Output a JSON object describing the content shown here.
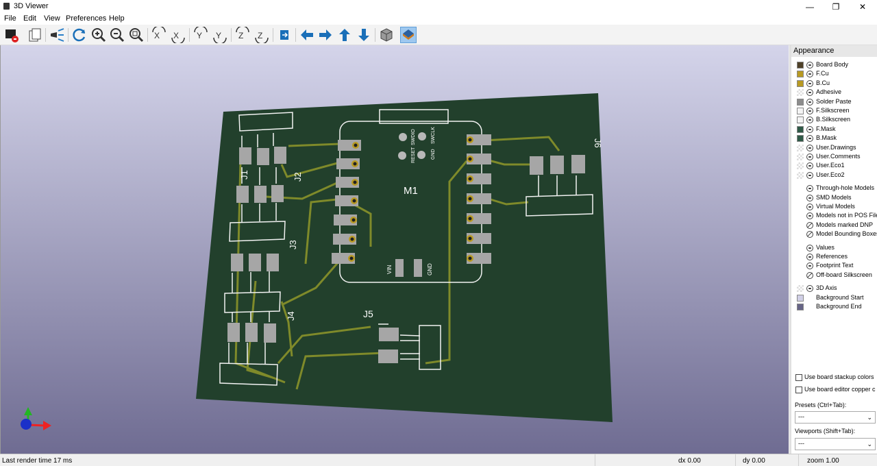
{
  "window": {
    "title": "3D Viewer",
    "minimize": "—",
    "maximize": "❐",
    "close": "✕"
  },
  "menu": {
    "file": "File",
    "edit": "Edit",
    "view": "View",
    "preferences": "Preferences",
    "help": "Help"
  },
  "pcb": {
    "refs": {
      "j1": "J1",
      "j2": "J2",
      "j3": "J3",
      "j4": "J4",
      "j5": "J5",
      "j6": "J6",
      "m1": "M1"
    },
    "pins": {
      "reset": "RESET",
      "swdio": "SWDIO",
      "gnd": "GND",
      "swclk": "SWCLK",
      "vin": "VIN",
      "gnd2": "GND"
    }
  },
  "appearance": {
    "title": "Appearance",
    "layers": [
      {
        "label": "Board Body",
        "color": "#4f4128"
      },
      {
        "label": "F.Cu",
        "color": "#b89a22"
      },
      {
        "label": "B.Cu",
        "color": "#b89a22"
      },
      {
        "label": "Adhesive",
        "color": ""
      },
      {
        "label": "Solder Paste",
        "color": "#8c8c8c"
      },
      {
        "label": "F.Silkscreen",
        "color": "#f4f4f4"
      },
      {
        "label": "B.Silkscreen",
        "color": "#f4f4f4"
      },
      {
        "label": "F.Mask",
        "color": "#2f5946"
      },
      {
        "label": "B.Mask",
        "color": "#2f5946"
      },
      {
        "label": "User.Drawings",
        "color": ""
      },
      {
        "label": "User.Comments",
        "color": ""
      },
      {
        "label": "User.Eco1",
        "color": ""
      },
      {
        "label": "User.Eco2",
        "color": ""
      }
    ],
    "models": [
      {
        "label": "Through-hole Models",
        "on": true
      },
      {
        "label": "SMD Models",
        "on": true
      },
      {
        "label": "Virtual Models",
        "on": true
      },
      {
        "label": "Models not in POS File",
        "on": true
      },
      {
        "label": "Models marked DNP",
        "on": false
      },
      {
        "label": "Model Bounding Boxes",
        "on": false
      }
    ],
    "text": [
      {
        "label": "Values",
        "on": true
      },
      {
        "label": "References",
        "on": true
      },
      {
        "label": "Footprint Text",
        "on": true
      },
      {
        "label": "Off-board Silkscreen",
        "on": false
      }
    ],
    "misc": [
      {
        "label": "3D Axis",
        "color": "",
        "eye": true
      },
      {
        "label": "Background Start",
        "color": "#d0cfe6",
        "eye": false
      },
      {
        "label": "Background End",
        "color": "#666486",
        "eye": false
      }
    ],
    "use_stackup": "Use board stackup colors",
    "use_editor_copper": "Use board editor copper c",
    "presets_label": "Presets (Ctrl+Tab):",
    "presets_value": "---",
    "viewports_label": "Viewports (Shift+Tab):",
    "viewports_value": "---"
  },
  "status": {
    "render": "Last render time 17 ms",
    "dx": "dx 0.00",
    "dy": "dy 0.00",
    "zoom": "zoom 1.00"
  }
}
